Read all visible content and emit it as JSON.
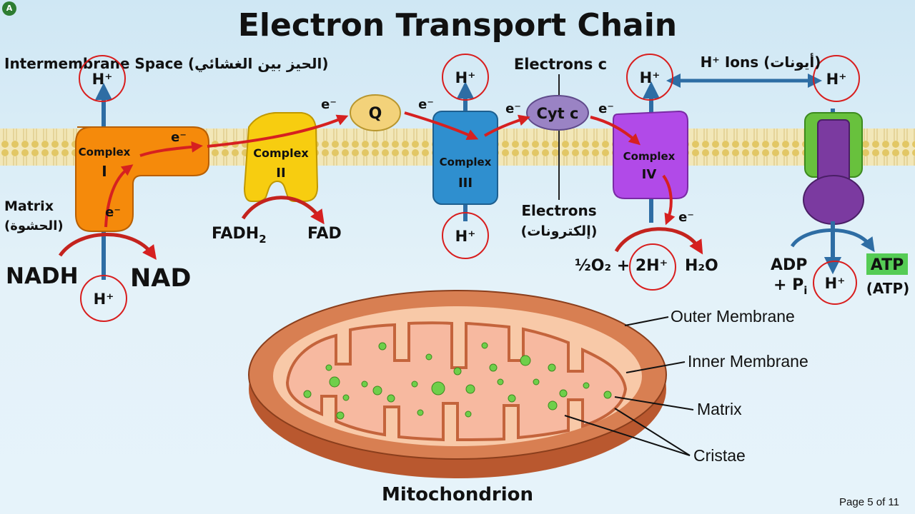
{
  "avatar": "A",
  "title": "Electron Transport Chain",
  "labels": {
    "intermembrane_space": "Intermembrane Space (الحيز بين الغشائي)",
    "matrix": "Matrix",
    "matrix_ar": "(الحشوة)",
    "electrons_c": "Electrons c",
    "electrons": "Electrons",
    "electrons_ar": "(إلكترونات)",
    "h_ions": "H⁺ Ions (أيونات)"
  },
  "complexes": {
    "c1_word": "Complex",
    "c1_num": "I",
    "c2_word": "Complex",
    "c2_num": "II",
    "c3_word": "Complex",
    "c3_num": "III",
    "c4_word": "Complex",
    "c4_num": "IV",
    "q": "Q",
    "cytc": "Cyt c"
  },
  "electron": "e⁻",
  "proton": "H⁺",
  "molecules": {
    "nadh": "NADH",
    "nad": "NAD",
    "fadh2_base": "FADH",
    "fadh2_sub": "2",
    "fad": "FAD",
    "oxygen": "½O₂ + 2H⁺",
    "water": "H₂O",
    "adp": "ADP",
    "pi_base": "+ P",
    "pi_sub": "i",
    "atp": "ATP",
    "atp_paren": "(ATP)"
  },
  "mitochondrion": {
    "title": "Mitochondrion",
    "outer_membrane": "Outer Membrane",
    "inner_membrane": "Inner Membrane",
    "matrix": "Matrix",
    "cristae": "Cristae"
  },
  "page_indicator": "Page 5 of 11",
  "colors": {
    "complex_1": "#f58a0b",
    "complex_2": "#f7cd10",
    "complex_3": "#2f8fcf",
    "complex_4": "#b14ae8",
    "q": "#f3d27a",
    "cytc": "#9a83c4",
    "atp_synthase": "#7b3aa0",
    "atp_synthase_stator": "#68c13d",
    "atp_label_bg": "#55cc55",
    "membrane": "#e8d79a",
    "proton_arrow": "#2e6da4",
    "electron_arrow": "#d62020",
    "outer_membrane": "#d87f52",
    "inner_space": "#f8c9a8",
    "matrix_fill": "#f7b9a0",
    "granules": "#6fcf4a"
  }
}
